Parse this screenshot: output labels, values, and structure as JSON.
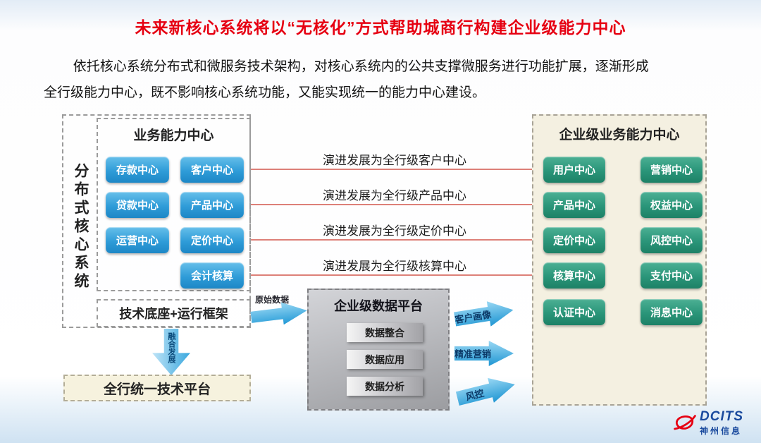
{
  "title": "未来新核心系统将以“无核化”方式帮助城商行构建企业级能力中心",
  "intro_line1": "依托核心系统分布式和微服务技术架构，对核心系统内的公共支撑微服务进行功能扩展，逐渐形成",
  "intro_line2": "全行级能力中心，既不影响核心系统功能，又能实现统一的能力中心建设。",
  "left_panel": {
    "side_label": "分布式核心系统",
    "business_center": {
      "title": "业务能力中心",
      "col1": [
        "存款中心",
        "贷款中心",
        "运营中心"
      ],
      "col2": [
        "客户中心",
        "产品中心",
        "定价中心",
        "会计核算"
      ]
    },
    "tech_base_label": "技术底座+运行框架",
    "down_arrow_label": "融合发展",
    "platform_label": "全行统一技术平台"
  },
  "evolution_labels": [
    "演进发展为全行级客户中心",
    "演进发展为全行级产品中心",
    "演进发展为全行级定价中心",
    "演进发展为全行级核算中心"
  ],
  "data_platform": {
    "input_label": "原始数据",
    "title": "企业级数据平台",
    "items": [
      "数据整合",
      "数据应用",
      "数据分析"
    ],
    "output_labels": [
      "客户画像",
      "精准营销",
      "风控"
    ]
  },
  "right_panel": {
    "title": "企业级业务能力中心",
    "col1": [
      "用户中心",
      "产品中心",
      "定价中心",
      "核算中心",
      "认证中心"
    ],
    "col2": [
      "营销中心",
      "权益中心",
      "风控中心",
      "支付中心",
      "消息中心"
    ]
  },
  "logo": {
    "name": "DCITS",
    "subtitle": "神州信息"
  },
  "colors": {
    "title_red": "#e60012",
    "blue_button": "#2f9cd8",
    "green_button": "#2a9579",
    "evolution_arrow": "#dd8078",
    "flow_arrow_blue": "#2aa0da",
    "logo_blue": "#1a4a9e"
  }
}
